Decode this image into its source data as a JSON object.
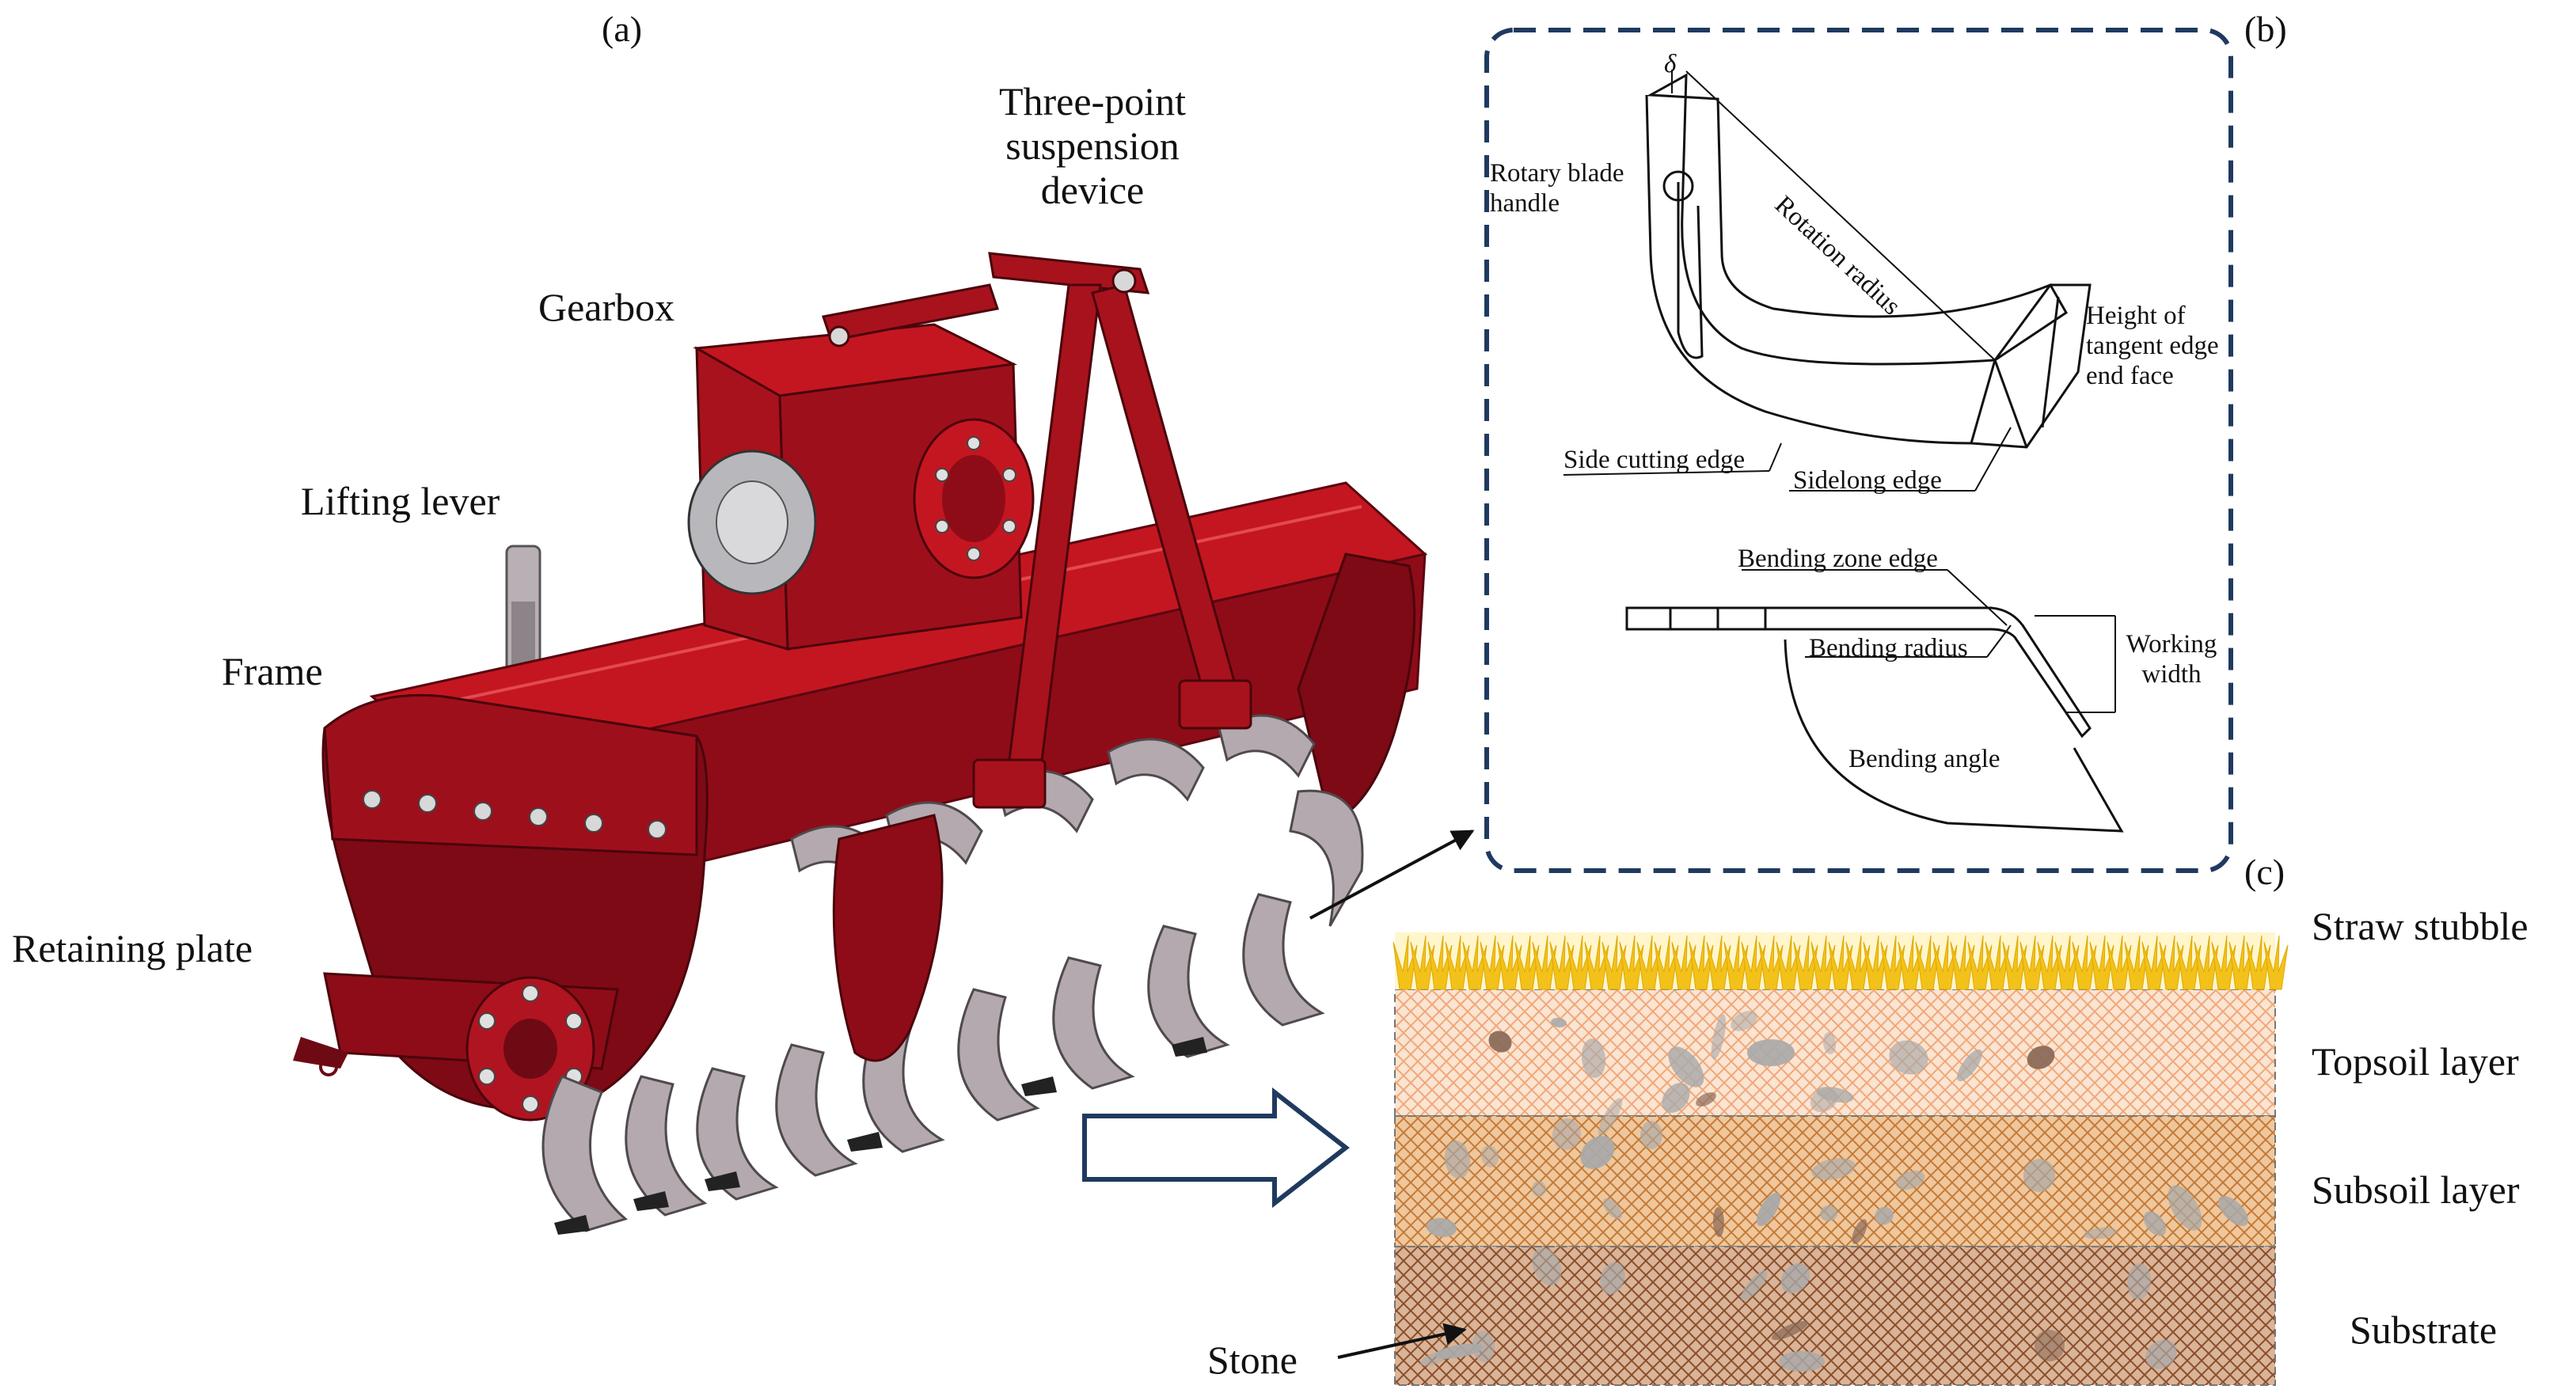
{
  "panels": {
    "a": "(a)",
    "b": "(b)",
    "c": "(c)"
  },
  "machine_labels": {
    "three_point_line1": "Three-point",
    "three_point_line2": "suspension",
    "three_point_line3": "device",
    "gearbox": "Gearbox",
    "lifting_lever": "Lifting lever",
    "frame": "Frame",
    "retaining_plate": "Retaining plate"
  },
  "blade_labels": {
    "delta": "δ",
    "handle_line1": "Rotary blade",
    "handle_line2": "handle",
    "rotation_radius": "Rotation radius",
    "height_line1": "Height of",
    "height_line2": "tangent edge",
    "height_line3": "end face",
    "side_cutting_edge": "Side cutting edge",
    "sidelong_edge": "Sidelong edge",
    "bending_zone_edge": "Bending zone edge",
    "bending_radius": "Bending radius",
    "working_line1": "Working",
    "working_line2": "width",
    "bending_angle": "Bending angle"
  },
  "soil_labels": {
    "straw_stubble": "Straw stubble",
    "topsoil": "Topsoil layer",
    "subsoil": "Subsoil layer",
    "substrate": "Substrate",
    "stone": "Stone"
  },
  "colors": {
    "machine_red": "#a0101c",
    "machine_dark": "#6e0a14",
    "blade_gray": "#9a8f95",
    "dash_border": "#1f3a5f",
    "arrow_outline": "#1f3a5f",
    "straw": "#f2c21b",
    "topsoil": "#f2b58a",
    "subsoil": "#d9904a",
    "substrate": "#a8663a",
    "stone": "#a9a9a9"
  }
}
